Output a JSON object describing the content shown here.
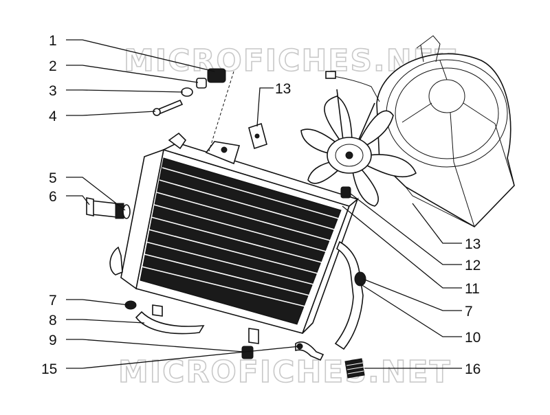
{
  "watermark": "MICROFICHES.NET",
  "callouts_left": [
    {
      "id": "c1",
      "label": "1"
    },
    {
      "id": "c2",
      "label": "2"
    },
    {
      "id": "c3",
      "label": "3"
    },
    {
      "id": "c4",
      "label": "4"
    },
    {
      "id": "c5",
      "label": "5"
    },
    {
      "id": "c6",
      "label": "6"
    },
    {
      "id": "c7a",
      "label": "7"
    },
    {
      "id": "c8",
      "label": "8"
    },
    {
      "id": "c9",
      "label": "9"
    },
    {
      "id": "c15",
      "label": "15"
    }
  ],
  "callouts_right": [
    {
      "id": "c13a",
      "label": "13"
    },
    {
      "id": "c13b",
      "label": "13"
    },
    {
      "id": "c12",
      "label": "12"
    },
    {
      "id": "c11",
      "label": "11"
    },
    {
      "id": "c7b",
      "label": "7"
    },
    {
      "id": "c10",
      "label": "10"
    },
    {
      "id": "c16",
      "label": "16"
    }
  ]
}
